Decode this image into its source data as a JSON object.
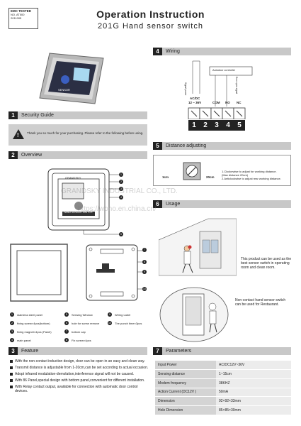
{
  "header": {
    "emc": {
      "title": "EMC TESTED",
      "line1": "NO. AT000",
      "line2": "2011005"
    },
    "title": "Operation  Instruction",
    "subtitle": "201G  Hand sensor switch"
  },
  "sections": {
    "s1": {
      "num": "1",
      "label": "Security Guide"
    },
    "s2": {
      "num": "2",
      "label": "Overview"
    },
    "s3": {
      "num": "3",
      "label": "Feature"
    },
    "s4": {
      "num": "4",
      "label": "Wiring"
    },
    "s5": {
      "num": "5",
      "label": "Distance adjusting"
    },
    "s6": {
      "num": "6",
      "label": "Usage"
    },
    "s7": {
      "num": "7",
      "label": "Parameters"
    }
  },
  "security_text": "Thank you so much for your  purchasing. Please refer to the following before using.",
  "wiring": {
    "controller": "Autodoor controller",
    "signal_power": "Signal power",
    "door_signal": "Door open signal",
    "power": "AC/DC",
    "voltage": "12 ~ 36V",
    "labels": [
      "COM",
      "NO",
      "NC"
    ],
    "terminals": [
      "1",
      "2",
      "3",
      "4",
      "5"
    ]
  },
  "distance": {
    "min": "1cm",
    "max": "20cm",
    "note1": "1.Clockewise to adjust for working distance.",
    "note1b": "(Max distance 20cm)",
    "note2": "2.Anticlockwise to adjust rear working distance."
  },
  "device_label": "HAND SENSOR SWITCH",
  "device_top": "GRANDSKY",
  "parts": [
    {
      "n": "1",
      "t": "stainless steel panel"
    },
    {
      "n": "2",
      "t": "fixing screw×4pcs(bottom)"
    },
    {
      "n": "3",
      "t": "fixing magnet×4pcs (Panel)"
    },
    {
      "n": "4",
      "t": "main panel"
    },
    {
      "n": "5",
      "t": "Sensing Window"
    },
    {
      "n": "6",
      "t": "hole for screw remove"
    },
    {
      "n": "7",
      "t": "bottom cap"
    },
    {
      "n": "8",
      "t": "Fix screw×4pcs"
    },
    {
      "n": "9",
      "t": "Wiring Label"
    },
    {
      "n": "10",
      "t": "The punch time×3pcs"
    }
  ],
  "usage": {
    "note1": "This product can be used as the best sensor switch in operating room and clean room.",
    "note2": "Non-contact hand sensor switch can be used for Restaurant."
  },
  "features": [
    "With the non-contact induction design, door can be open in an easy and clean way.",
    "Transmit distance is adjustable from 1-20cm,can be set according to actual occasion.",
    "Adopt infrared modulation-demolation,interference  signal will not be caused.",
    "With 86 Panel,special design with bottom panel,convenient for different installation.",
    "With Relay contact output, available for connection with automatic door control devices."
  ],
  "parameters": [
    {
      "k": "Input Power",
      "v": "AC/DC12V~36V"
    },
    {
      "k": "Sensing  distance",
      "v": "1~15cm"
    },
    {
      "k": "Modem frequency",
      "v": "38KHZ"
    },
    {
      "k": "Action Current  (DC12V )",
      "v": "50mA"
    },
    {
      "k": "Dimension",
      "v": "92×92×33mm"
    },
    {
      "k": "Hole Dimension",
      "v": "85×85×30mm"
    }
  ],
  "watermark": {
    "line1": "GRANDSKY INDUSTRIAL CO., LTD.",
    "line2": "https://wono.en.china.cn/"
  }
}
